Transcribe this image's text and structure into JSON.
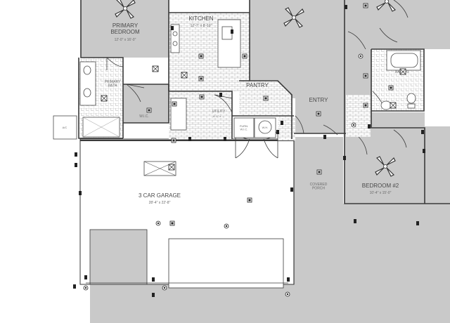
{
  "rooms": {
    "primary_bedroom": {
      "name": "PRIMARY\nBEDROOM",
      "dims": "12'-0\" x 16'-0\""
    },
    "kitchen": {
      "name": "KITCHEN",
      "dims": "12'-7\" x 8'-10\""
    },
    "pantry": {
      "name": "PANTRY"
    },
    "primary_bath": {
      "name": "PRIMARY\nBATH"
    },
    "wic": {
      "name": "W.I.C."
    },
    "utility": {
      "name": "UTILITY",
      "dims": "6'-1\" x ..."
    },
    "entry": {
      "name": "ENTRY"
    },
    "bath2": {
      "name": "BATH #2"
    },
    "furn_wic": {
      "name": "FURN.\nW.I.C."
    },
    "wh": {
      "name": "W.H."
    },
    "ac": {
      "name": "A/C"
    },
    "garage": {
      "name": "3 CAR GARAGE",
      "dims": "28'-4\" x 22'-8\""
    },
    "covered_porch": {
      "name": "COVERED\nPORCH"
    },
    "bedroom2": {
      "name": "BEDROOM #2",
      "dims": "10'-4\" x 15'-0\""
    }
  },
  "colors": {
    "room_fill": "#c9c9c9",
    "wall": "#3a3a3a",
    "tile": "#9a9a9a",
    "label": "#4a4a4a",
    "background": "#ffffff"
  },
  "icons": [
    "ceiling-fan-icon",
    "light-fixture-icon",
    "outlet-icon",
    "smoke-detector-icon"
  ]
}
